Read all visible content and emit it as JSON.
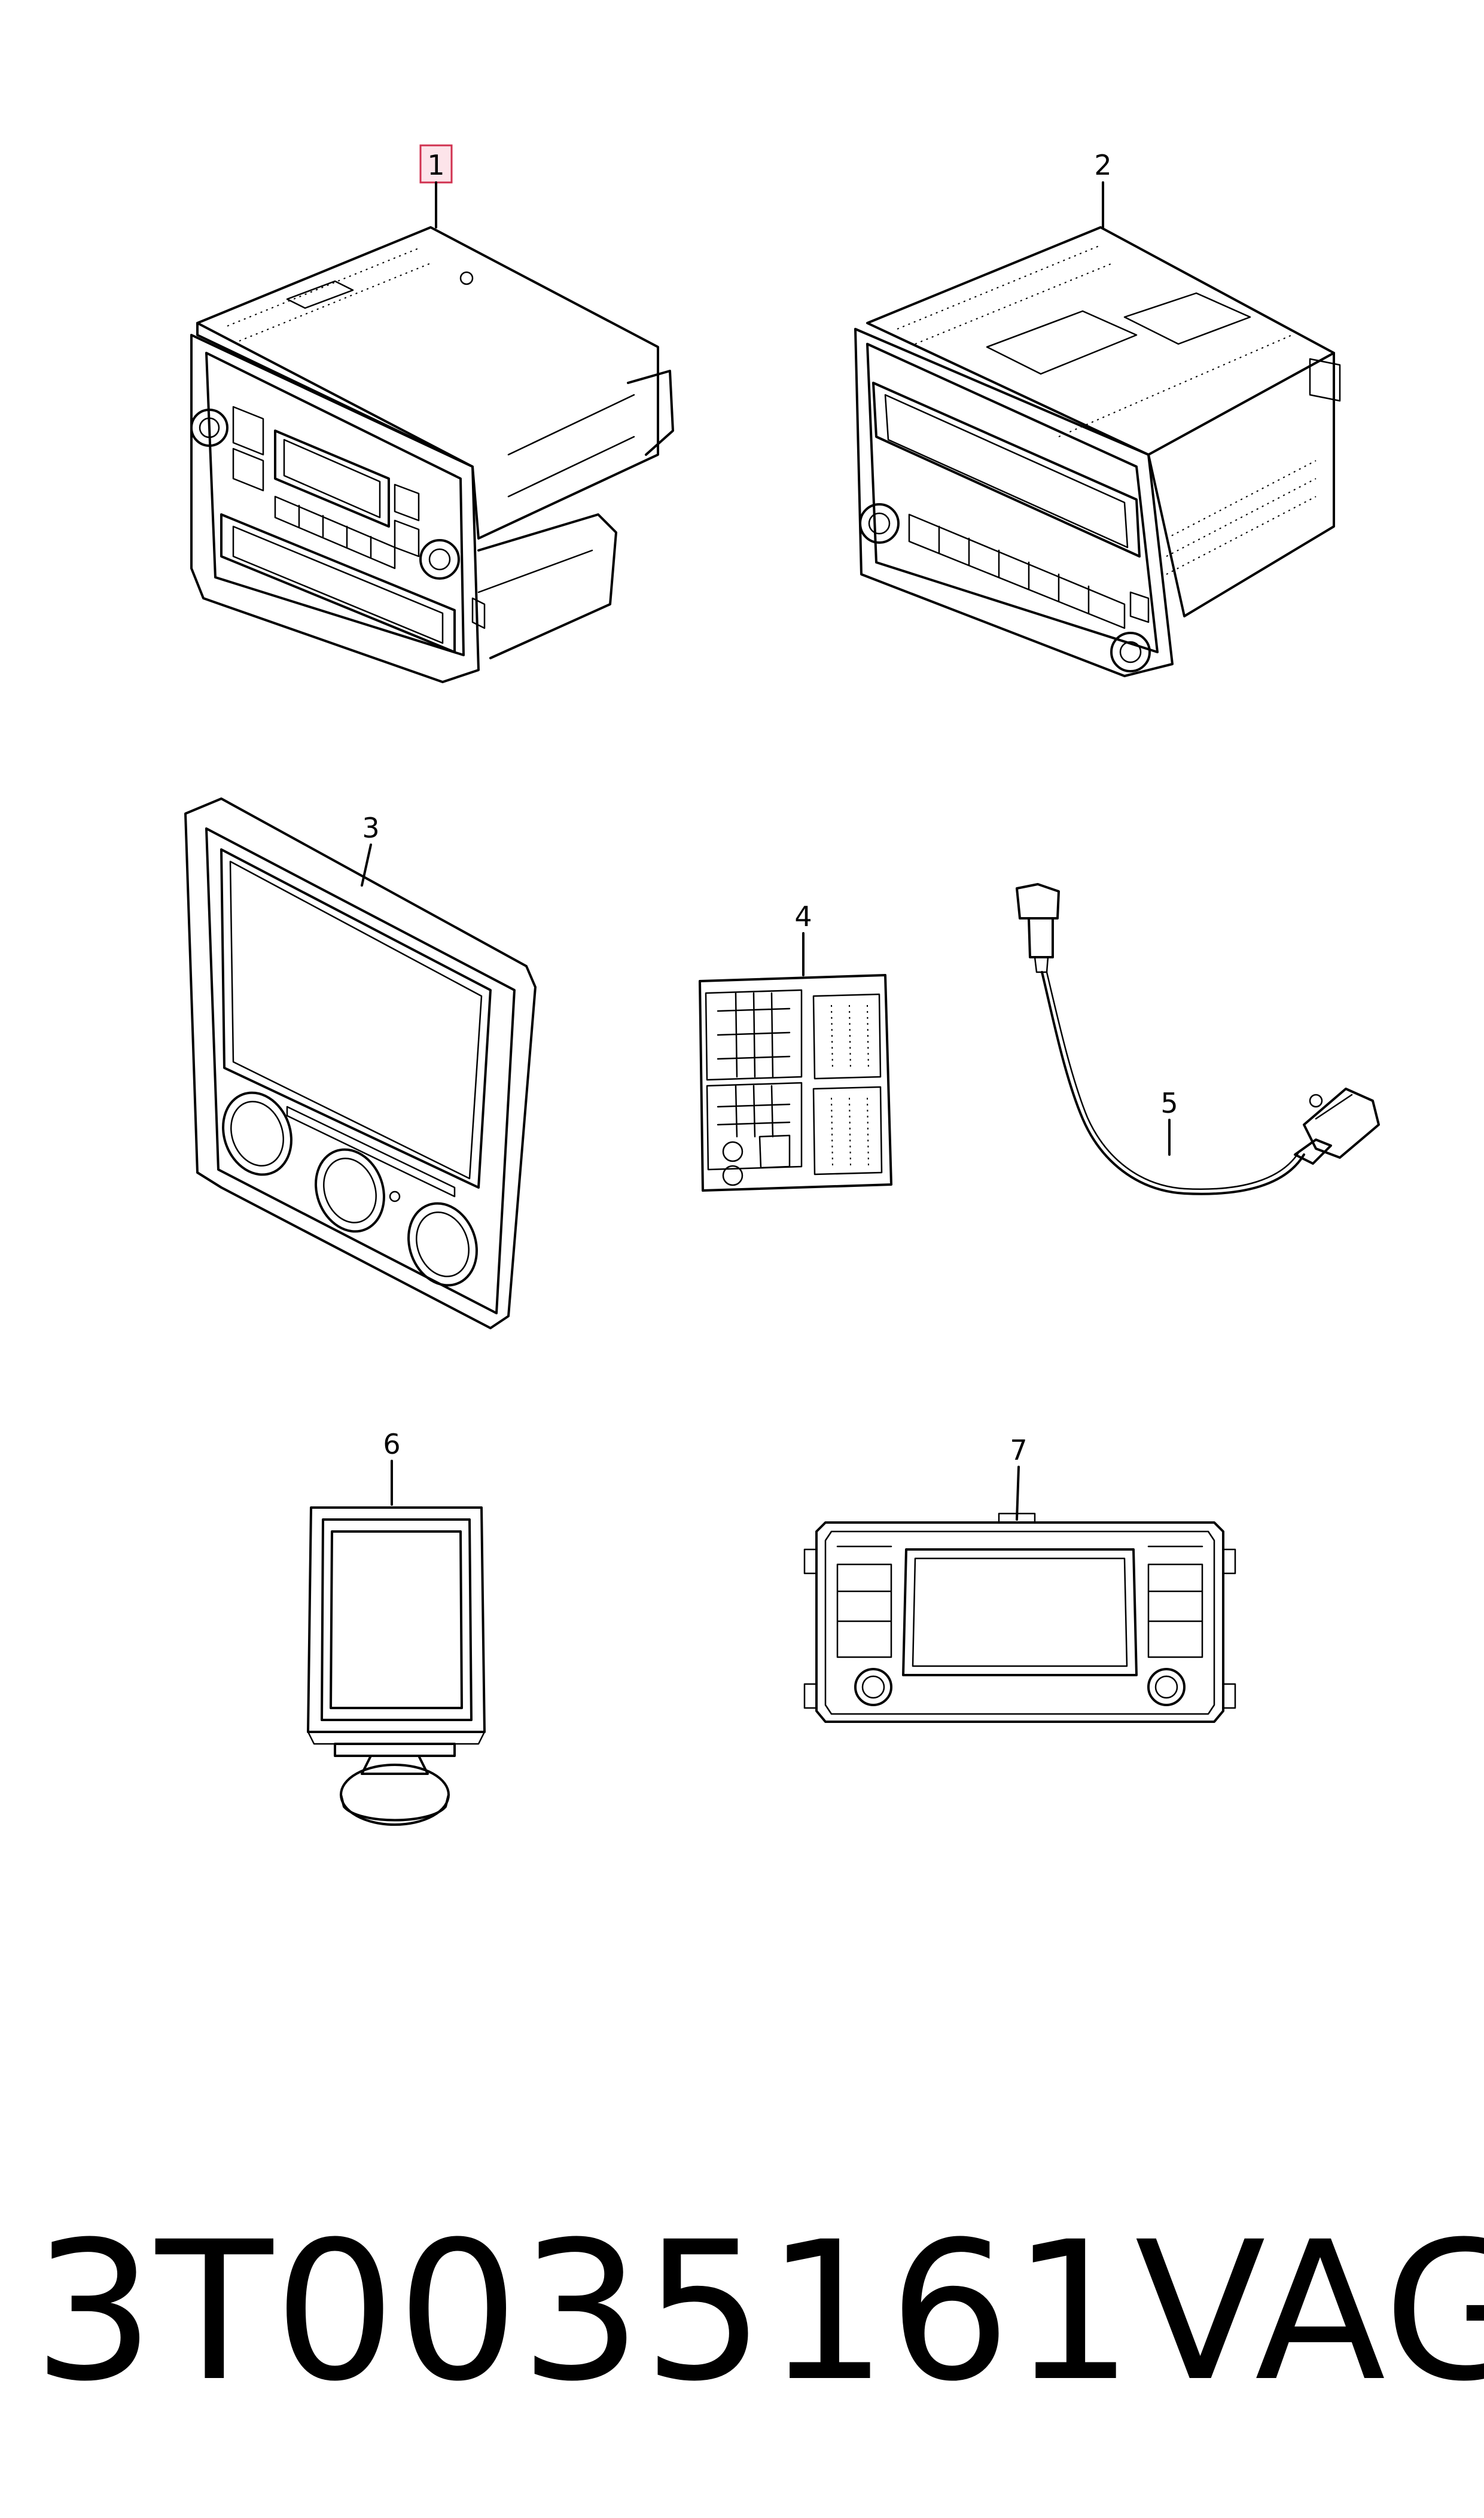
{
  "callouts": [
    {
      "label": "1",
      "highlighted": true
    },
    {
      "label": "2",
      "highlighted": false
    },
    {
      "label": "3",
      "highlighted": false
    },
    {
      "label": "4",
      "highlighted": false
    },
    {
      "label": "5",
      "highlighted": false
    },
    {
      "label": "6",
      "highlighted": false
    },
    {
      "label": "7",
      "highlighted": false
    }
  ],
  "footer": {
    "part_number": "3T0035161",
    "brand": "VAG"
  },
  "colors": {
    "line": "#000000",
    "highlight_fill": "#fde4ea",
    "highlight_stroke": "#d0314f"
  }
}
